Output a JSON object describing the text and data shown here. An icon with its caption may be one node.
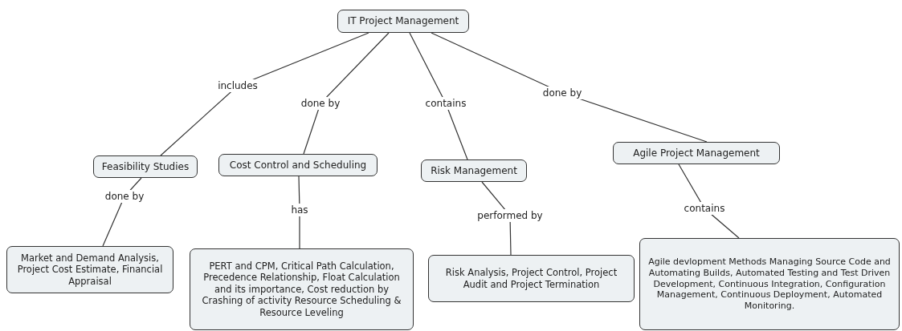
{
  "diagram": {
    "nodes": [
      {
        "text": [
          "IT Project Management"
        ]
      },
      {
        "text": [
          "Feasibility Studies"
        ]
      },
      {
        "text": [
          "Cost Control and Scheduling"
        ]
      },
      {
        "text": [
          "Risk Management"
        ]
      },
      {
        "text": [
          "Agile Project Management"
        ]
      },
      {
        "text": [
          "Market and Demand Analysis, Project Cost Estimate, Financial Appraisal"
        ]
      },
      {
        "text": [
          "PERT and CPM, Critical Path Calculation, Precedence Relationship, Float Calculation and its importance, Cost reduction by Crashing of activity Resource Scheduling & Resource Leveling"
        ]
      },
      {
        "text": [
          "Risk Analysis, Project Control, Project Audit and Project Termination"
        ]
      },
      {
        "text": [
          "Agile devlopment Methods Managing Source Code and Automating Builds, Automated Testing and Test Driven Development, Continuous Integration, Configuration Management, Continuous Deployment, Automated Monitoring."
        ]
      }
    ],
    "edges": [
      {
        "from": 0,
        "to": 1,
        "label": "includes",
        "arrow": "none"
      },
      {
        "from": 0,
        "to": 2,
        "label": "done by",
        "arrow": "none"
      },
      {
        "from": 0,
        "to": 3,
        "label": "contains",
        "arrow": "none"
      },
      {
        "from": 0,
        "to": 4,
        "label": "done by",
        "arrow": "none"
      },
      {
        "from": 1,
        "to": 5,
        "label": "done by",
        "arrow": "none"
      },
      {
        "from": 2,
        "to": 6,
        "label": "has",
        "arrow": "none"
      },
      {
        "from": 3,
        "to": 7,
        "label": "performed by",
        "arrow": "none"
      },
      {
        "from": 4,
        "to": 8,
        "label": "contains",
        "arrow": "none"
      }
    ]
  }
}
